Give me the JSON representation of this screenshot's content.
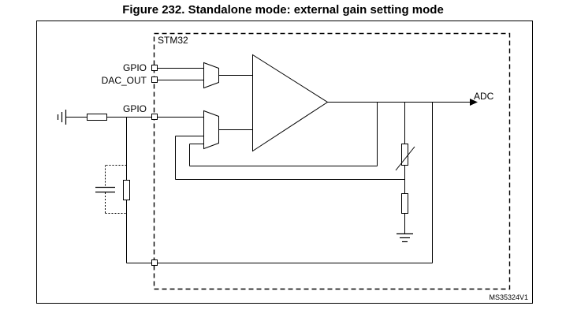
{
  "title": "Figure 232. Standalone mode: external gain setting mode",
  "labels": {
    "chip": "STM32",
    "gpio_top": "GPIO",
    "dac_out": "DAC_OUT",
    "gpio_mid": "GPIO",
    "adc": "ADC",
    "plus": "+",
    "minus": "-",
    "ref_code": "MS35324V1"
  }
}
